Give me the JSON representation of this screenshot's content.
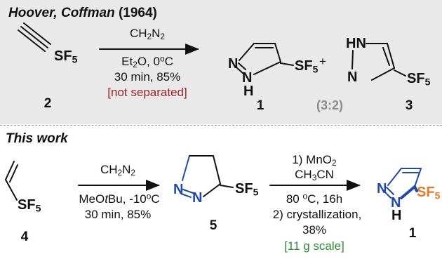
{
  "top": {
    "heading_authors": "Hoover, Coffman",
    "heading_year": " (1964)",
    "reagent": "CH2N2",
    "conditions_solvent": "Et2O, 0°C",
    "conditions_time_yield": "30 min, 85%",
    "note": "[not separated]",
    "label_start": "2",
    "label_product_a": "1",
    "label_product_b": "3",
    "plus": "+",
    "ratio": "(3:2)"
  },
  "bottom": {
    "heading": "This work",
    "reagent": "CH2N2",
    "conditions_solvent": "MeOtBu, -10°C",
    "conditions_time_yield": "30 min, 85%",
    "step1_reagent": "1) MnO2",
    "step1_solvent": "CH3CN",
    "step1_temp": "80 °C, 16h",
    "step2": "2) crystallization,",
    "step2_yield": "38%",
    "scale_note": "[11 g scale]",
    "label_start": "4",
    "label_intermediate": "5",
    "label_product": "1"
  },
  "colors": {
    "note_red": "#9b2226",
    "ratio_gray": "#8c8c8c",
    "scale_green": "#2e8b3a",
    "sf5_orange": "#e07a2c",
    "ring_blue": "#1f4aa8"
  }
}
